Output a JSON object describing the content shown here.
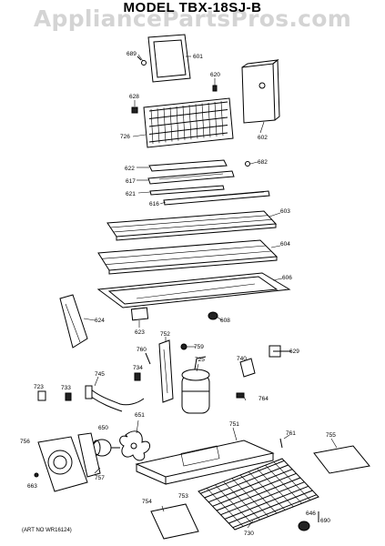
{
  "watermark": "AppliancePartsPros.com",
  "title": "MODEL TBX-18SJ-B",
  "art_number": "(ART NO WR16124)",
  "callouts": {
    "c689": "689",
    "c601": "601",
    "c620": "620",
    "c628": "628",
    "c726": "726",
    "c602": "602",
    "c622": "622",
    "c682": "682",
    "c617": "617",
    "c621": "621",
    "c616": "616",
    "c603": "603",
    "c604": "604",
    "c606": "606",
    "c624": "624",
    "c608": "608",
    "c623": "623",
    "c752": "752",
    "c760": "760",
    "c759": "759",
    "c725": "725",
    "c629": "629",
    "c734": "734",
    "c740": "740",
    "c745": "745",
    "c723": "723",
    "c733": "733",
    "c764": "764",
    "c651": "651",
    "c650": "650",
    "c730": "730",
    "c751": "751",
    "c761": "761",
    "c755": "755",
    "c756": "756",
    "c757": "757",
    "c663": "663",
    "c754": "754",
    "c753": "753",
    "c646": "646",
    "c690": "690"
  }
}
